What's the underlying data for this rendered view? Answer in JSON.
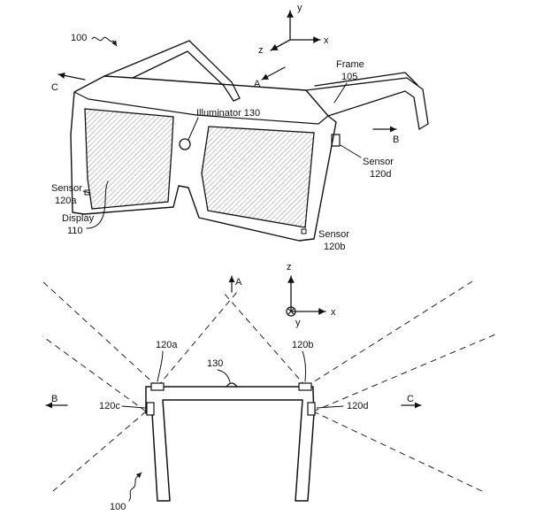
{
  "top_view": {
    "ref_100": "100",
    "axes": {
      "y": "y",
      "x": "x",
      "z": "z"
    },
    "dir_A": "A",
    "dir_B": "B",
    "dir_C": "C",
    "frame": {
      "line1": "Frame",
      "line2": "105"
    },
    "illuminator": "Illuminator 130",
    "sensor_120a": {
      "line1": "Sensor",
      "line2": "120a"
    },
    "sensor_120b": {
      "line1": "Sensor",
      "line2": "120b"
    },
    "sensor_120d": {
      "line1": "Sensor",
      "line2": "120d"
    },
    "display": {
      "line1": "Display",
      "line2": "110"
    }
  },
  "bottom_view": {
    "axes": {
      "z": "z",
      "x": "x",
      "y": "y"
    },
    "dir_A": "A",
    "dir_B": "B",
    "dir_C": "C",
    "sensor_120a": "120a",
    "sensor_120b": "120b",
    "sensor_120c": "120c",
    "sensor_120d": "120d",
    "illuminator": "130",
    "ref_100": "100"
  }
}
